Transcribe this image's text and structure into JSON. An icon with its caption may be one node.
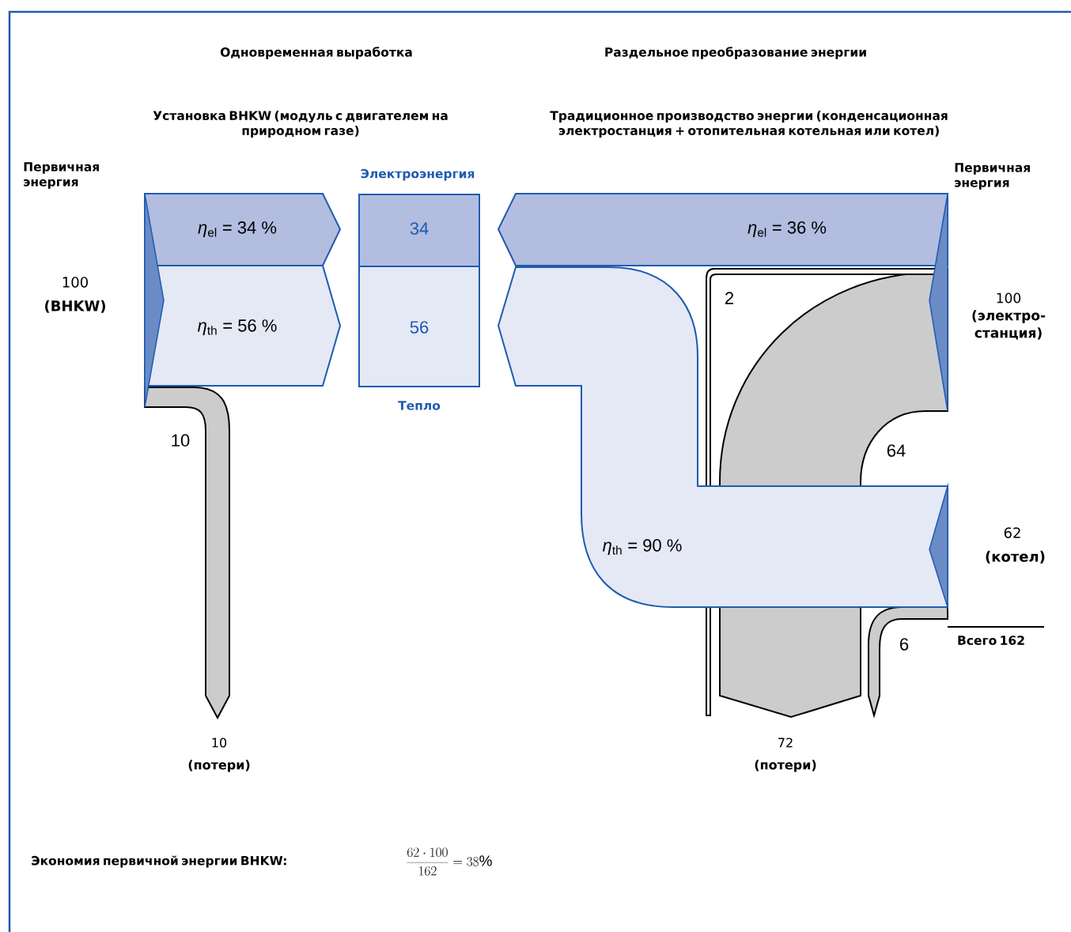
{
  "diagram": {
    "nodes": [
      {
        "text": [
          "*η*$_{el}$ = 34 %"
        ]
      },
      {
        "text": [
          "*η*$_{th}$ = 56 %"
        ]
      },
      {
        "text": [
          "34"
        ]
      },
      {
        "text": [
          "56"
        ]
      },
      {
        "text": [
          "*η*$_{el}$ = 36 %"
        ]
      },
      {
        "text": [
          "*η*$_{th}$ = 90 %"
        ]
      },
      {
        "text": [
          "10"
        ]
      },
      {
        "text": [
          "2"
        ]
      },
      {
        "text": [
          "64"
        ]
      },
      {
        "text": [
          "6"
        ]
      }
    ],
    "labels": [
      "Одновременная выработка",
      "Раздельное преобразование энергии",
      "Установка BHKW (модуль с двигателем на природном газе)",
      "Традиционное производство энергии (конденсационная электростанция + отопительная котельная или котел)",
      "Первичная энергия",
      "Электроэнергия",
      "Первичная энергия",
      "100 **(BHKW)**",
      "100 **(электро- станция)**",
      "62 **(котел)**",
      "Тепло",
      "Всего 162",
      "10 **(потери)**",
      "72 **(потери)**",
      "Экономия первичной энергии BHKW:",
      "\\frac{62\\cdot 100}{162}=38\\%"
    ]
  }
}
